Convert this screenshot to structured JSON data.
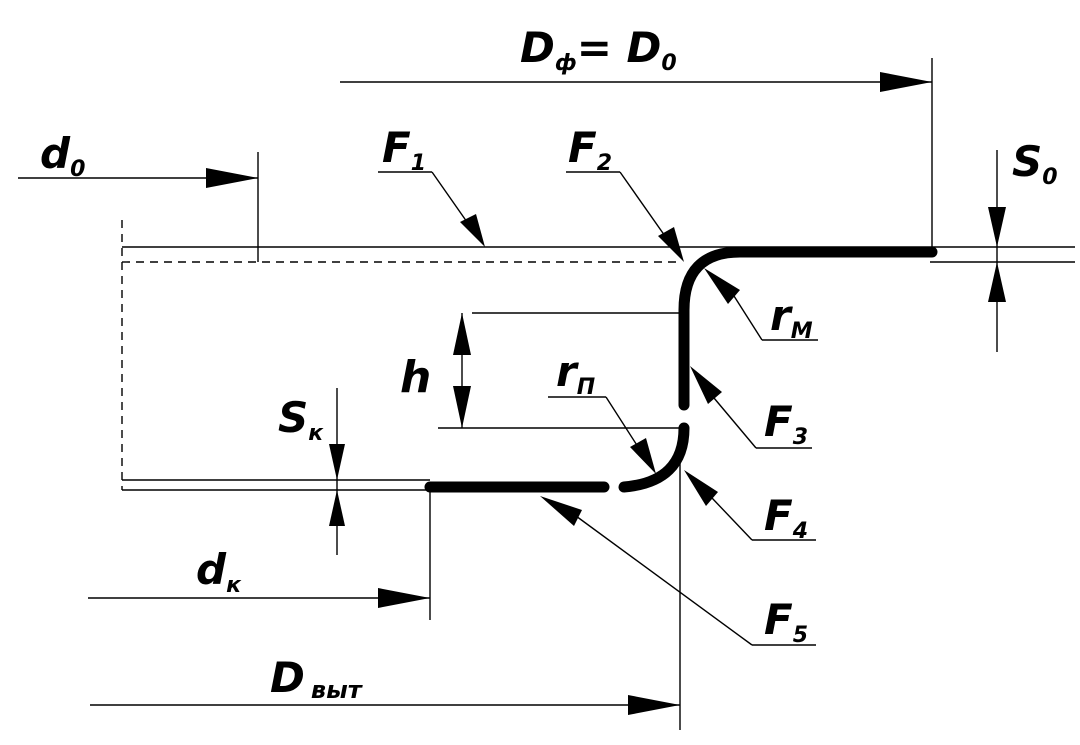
{
  "labels": {
    "df_d0": {
      "main": "D",
      "sub1": "ф",
      "eq": "= D",
      "sub2": "0"
    },
    "d0": {
      "main": "d",
      "sub": "0"
    },
    "f1": {
      "main": "F",
      "sub": "1"
    },
    "f2": {
      "main": "F",
      "sub": "2"
    },
    "s0": {
      "main": "S",
      "sub": "0"
    },
    "rm": {
      "main": "r",
      "sub": "М"
    },
    "h": {
      "main": "h"
    },
    "rp": {
      "main": "r",
      "sub": "П"
    },
    "f3": {
      "main": "F",
      "sub": "3"
    },
    "sk": {
      "main": "S",
      "sub": "к"
    },
    "f4": {
      "main": "F",
      "sub": "4"
    },
    "dk": {
      "main": "d",
      "sub": "к"
    },
    "f5": {
      "main": "F",
      "sub": "5"
    },
    "dvyt": {
      "main": "D",
      "sub": "выт"
    }
  }
}
